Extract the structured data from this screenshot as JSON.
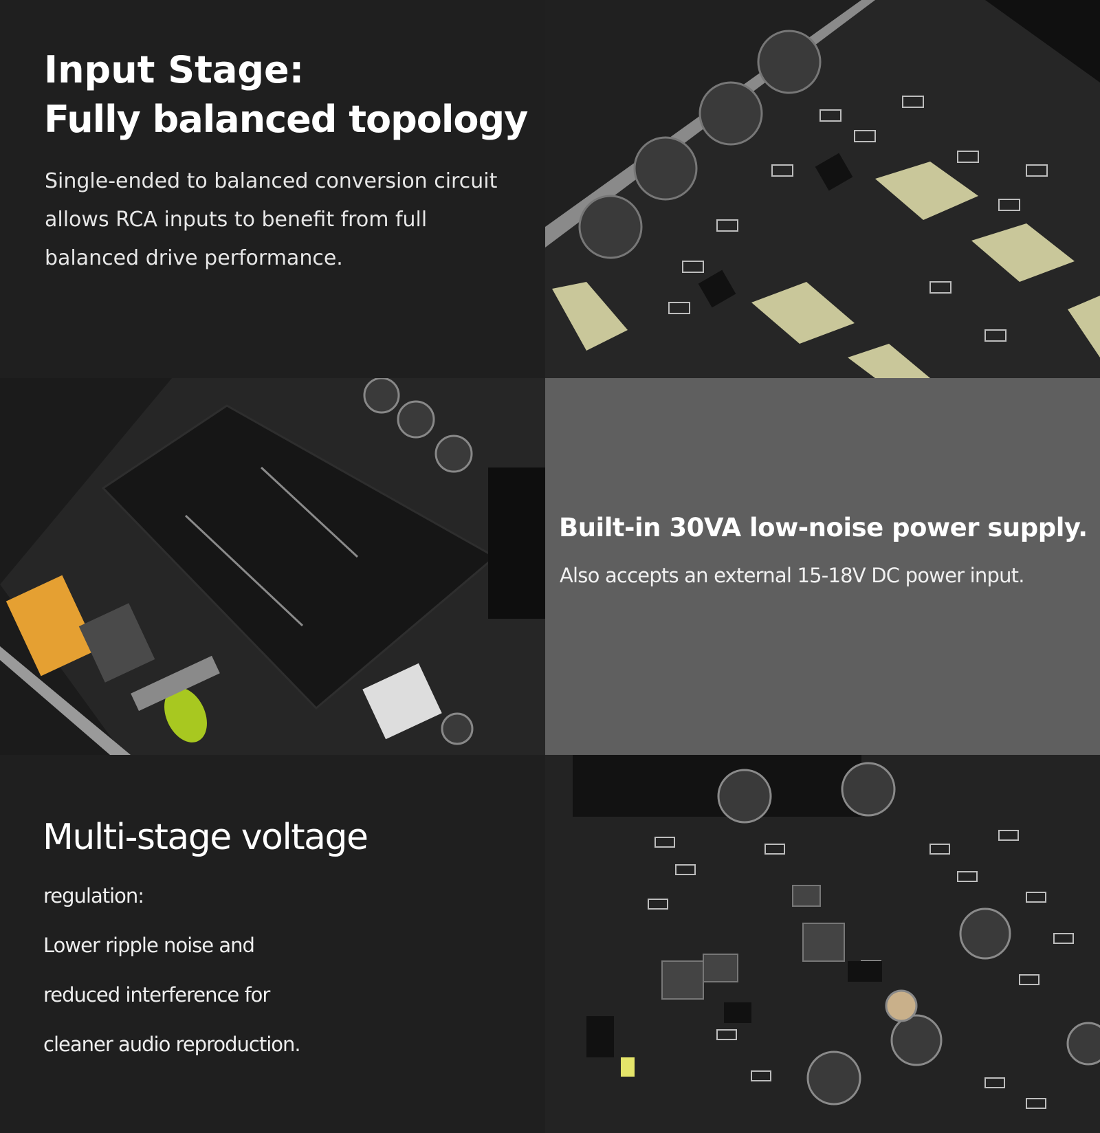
{
  "input_stage": {
    "title_line1": "Input Stage:",
    "title_line2": "Fully balanced topology",
    "body_lines": [
      "Single-ended to balanced conversion circuit",
      "allows RCA inputs to benefit from full",
      "balanced drive performance."
    ]
  },
  "power_supply": {
    "title": "Built-in 30VA low-noise power supply.",
    "subtitle": "Also accepts an external 15-18V DC power input."
  },
  "voltage_regulation": {
    "title": "Multi-stage voltage",
    "body_lines": [
      "regulation:",
      "Lower ripple noise and",
      "reduced interference for",
      "cleaner audio reproduction."
    ]
  },
  "colors": {
    "dark_panel": "#1f1f1f",
    "gray_panel": "#5f5f5f",
    "pcb": "#232323",
    "film_cap": "#c9c79a"
  }
}
